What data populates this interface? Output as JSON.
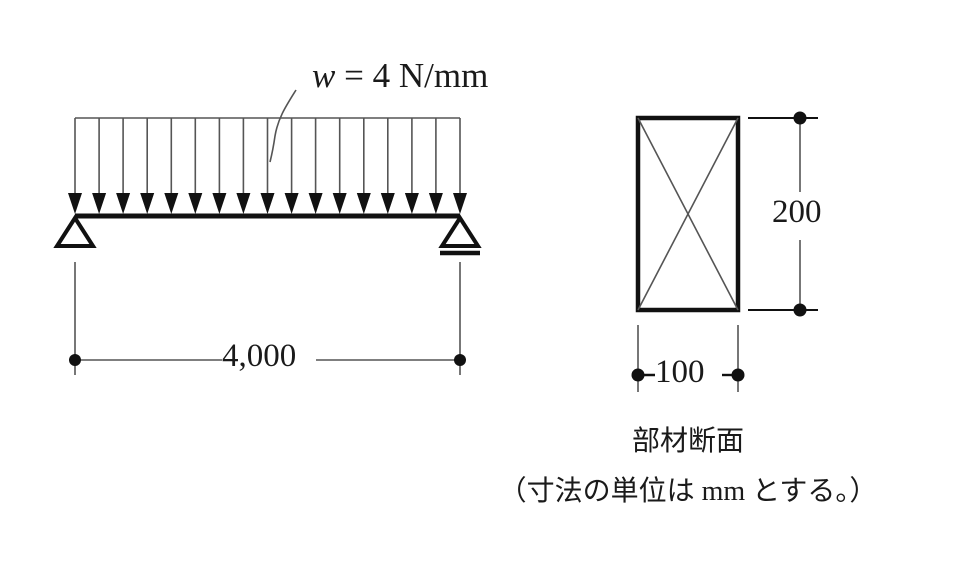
{
  "figure": {
    "title": "simply-supported-beam-with-udl-and-section",
    "background_color": "#ffffff",
    "line_color": "#1a1a1a",
    "thin_line_color": "#555555"
  },
  "beam_diagram": {
    "load_label": {
      "symbol": "w",
      "equals": "=",
      "magnitude": "4",
      "unit": "N/mm",
      "full_text": "w = 4 N/mm"
    },
    "span_dimension": {
      "value": "4,000",
      "unit_implied": "mm"
    },
    "supports": {
      "left": "pin-support",
      "right": "roller-support"
    },
    "load": {
      "type": "uniformly-distributed-load",
      "arrow_count": 17
    }
  },
  "section_diagram": {
    "depth_dimension": {
      "value": "200"
    },
    "width_dimension": {
      "value": "100"
    },
    "shape": "rectangle-with-diagonals"
  },
  "captions": {
    "line1": "部材断面",
    "line2": "（寸法の単位は mm とする。）"
  },
  "chart_data": {
    "type": "diagram",
    "title": "部材断面",
    "elements": [
      {
        "name": "beam",
        "span_mm": 4000,
        "load_w_N_per_mm": 4,
        "left_support": "pin",
        "right_support": "roller"
      },
      {
        "name": "cross-section",
        "width_mm": 100,
        "depth_mm": 200
      }
    ],
    "units_note": "（寸法の単位は mm とする。）"
  }
}
